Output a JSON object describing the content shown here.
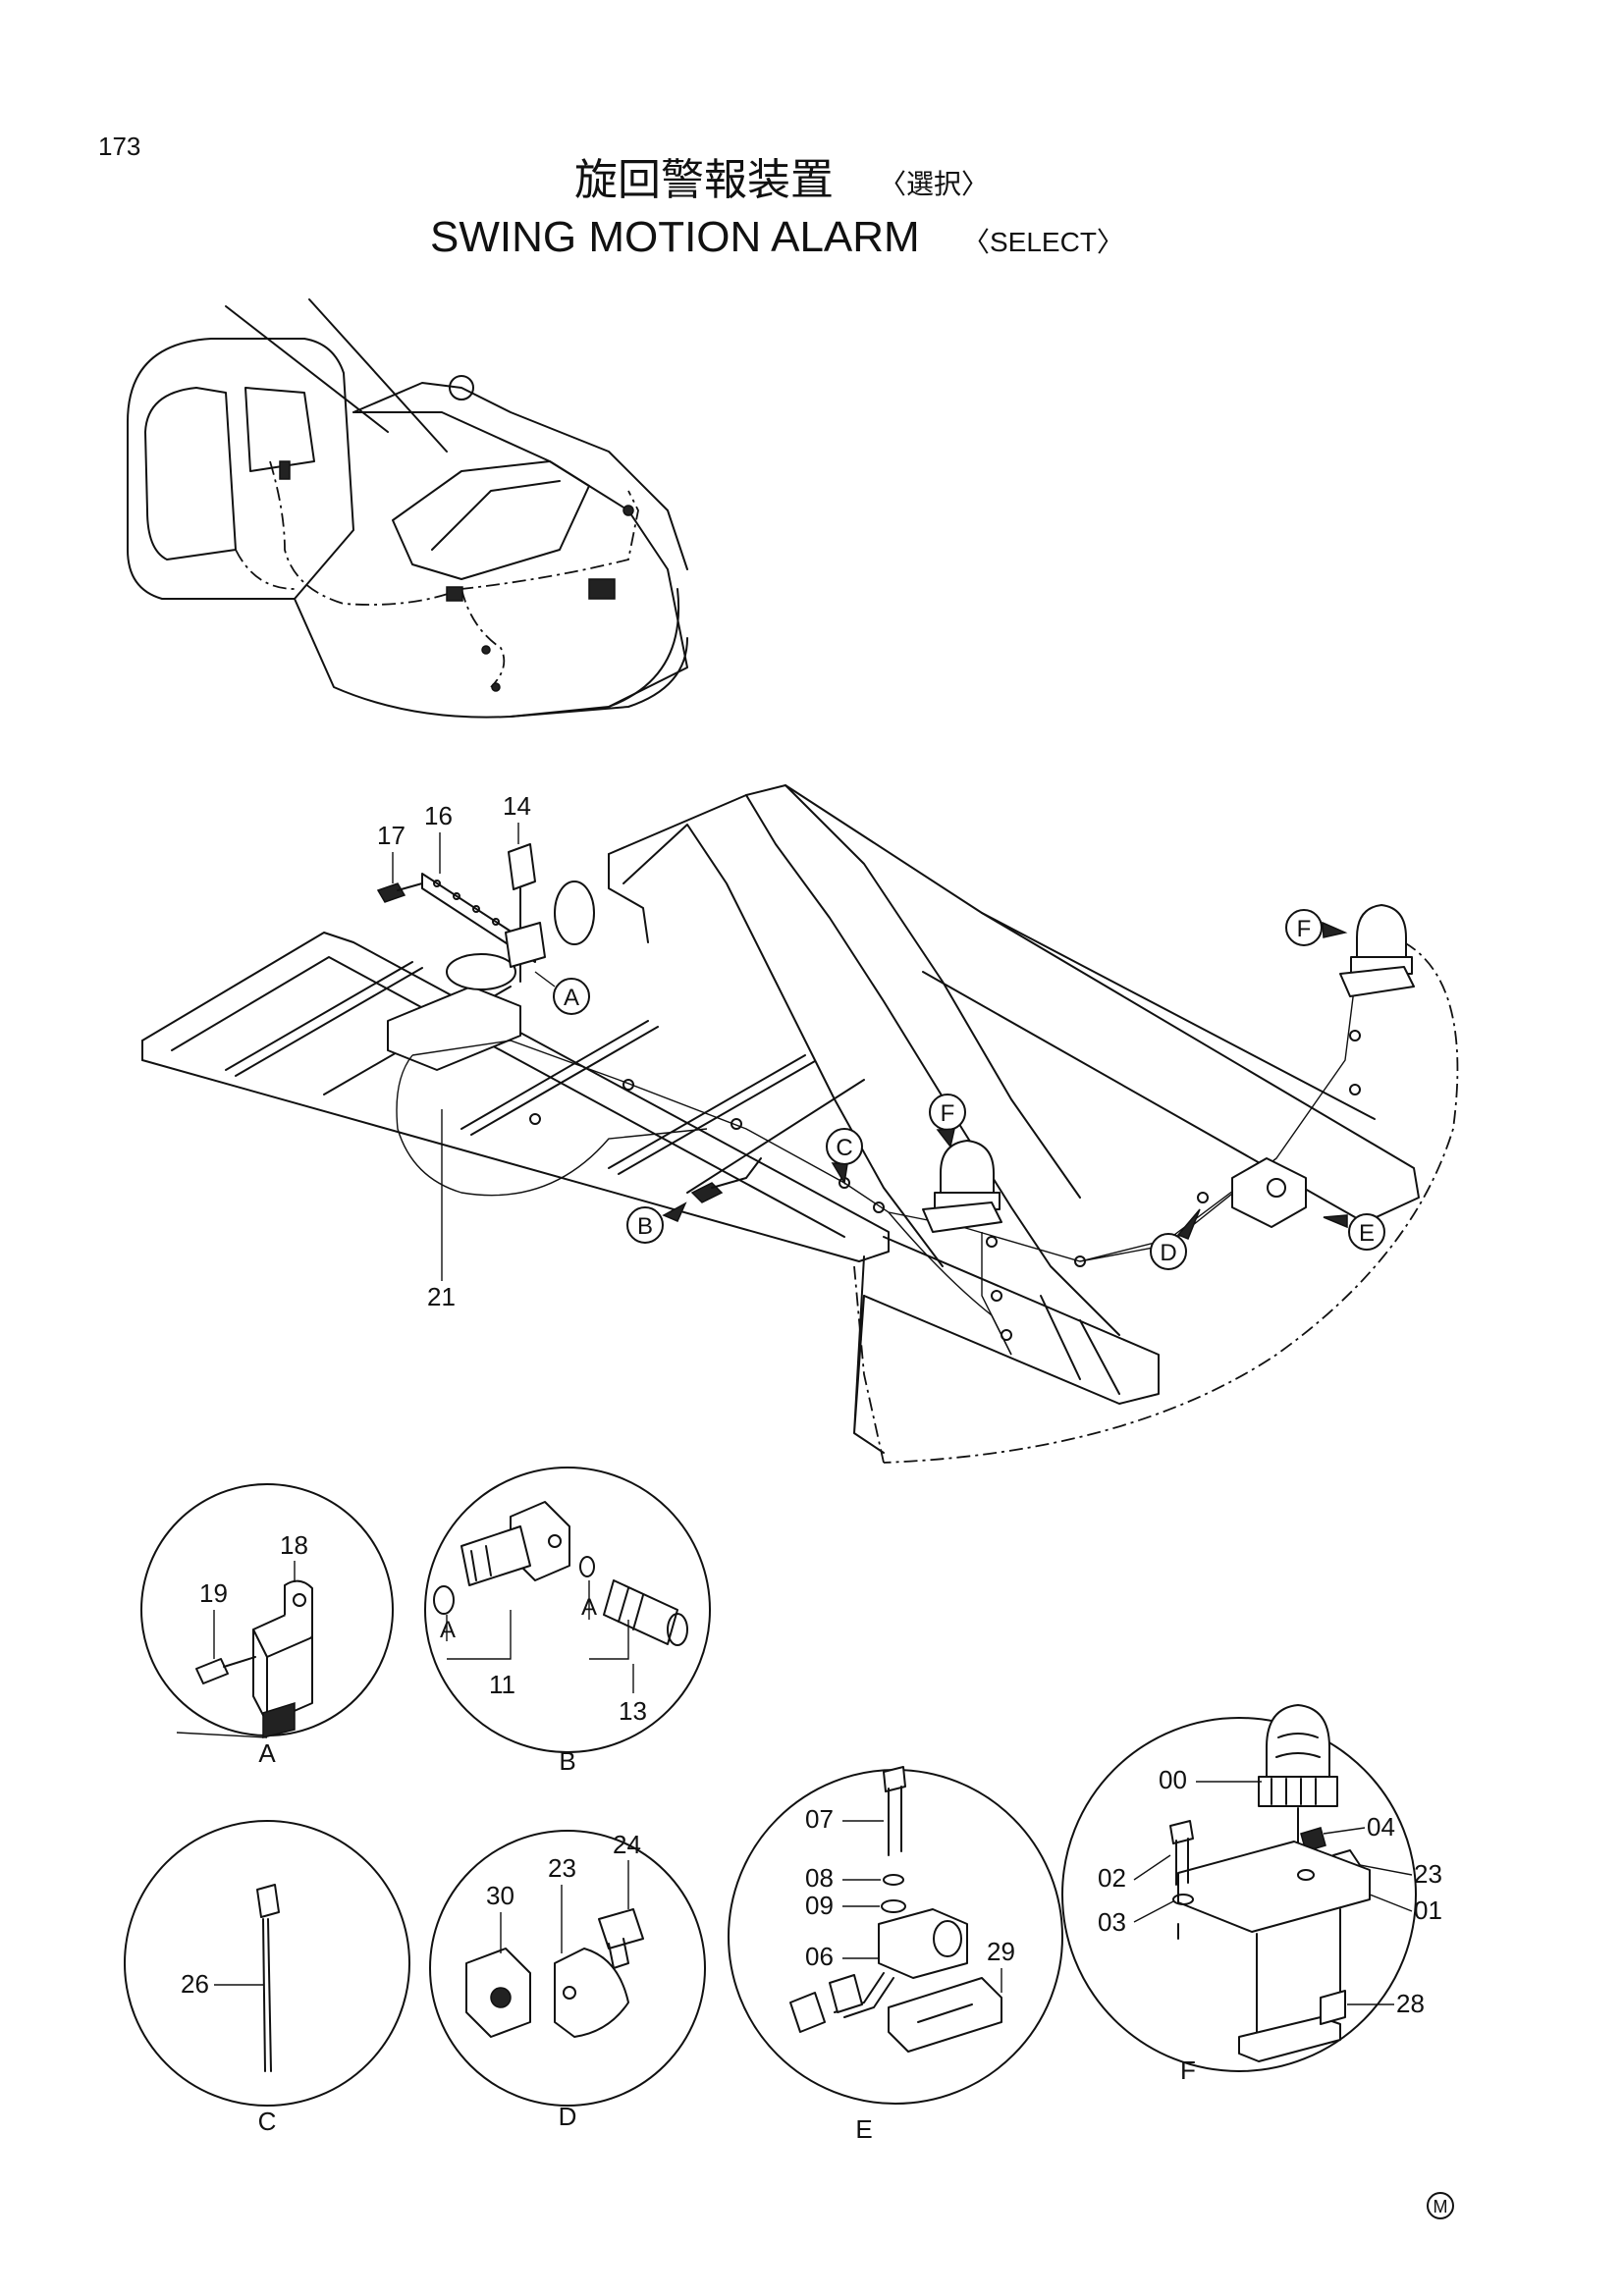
{
  "page": {
    "number": "173",
    "title_jp": "旋回警報装置",
    "title_jp_note": "〈選択〉",
    "title_en": "SWING  MOTION  ALARM",
    "title_en_note": "〈SELECT〉",
    "mark": "M"
  },
  "callouts": {
    "main": {
      "c14": "14",
      "c16": "16",
      "c17": "17",
      "c21": "21"
    },
    "markers": {
      "A": "A",
      "B": "B",
      "C": "C",
      "D": "D",
      "E": "E",
      "F1": "F",
      "F2": "F"
    }
  },
  "details": {
    "A": {
      "label": "A",
      "p18": "18",
      "p19": "19"
    },
    "B": {
      "label": "B",
      "p11": "11",
      "p13": "13",
      "a1": "A",
      "a2": "A"
    },
    "C": {
      "label": "C",
      "p26": "26"
    },
    "D": {
      "label": "D",
      "p23": "23",
      "p24": "24",
      "p30": "30"
    },
    "E": {
      "label": "E",
      "p06": "06",
      "p07": "07",
      "p08": "08",
      "p09": "09",
      "p29": "29"
    },
    "F": {
      "label": "F",
      "p00": "00",
      "p01": "01",
      "p02": "02",
      "p03": "03",
      "p04": "04",
      "p23": "23",
      "p28": "28"
    }
  }
}
